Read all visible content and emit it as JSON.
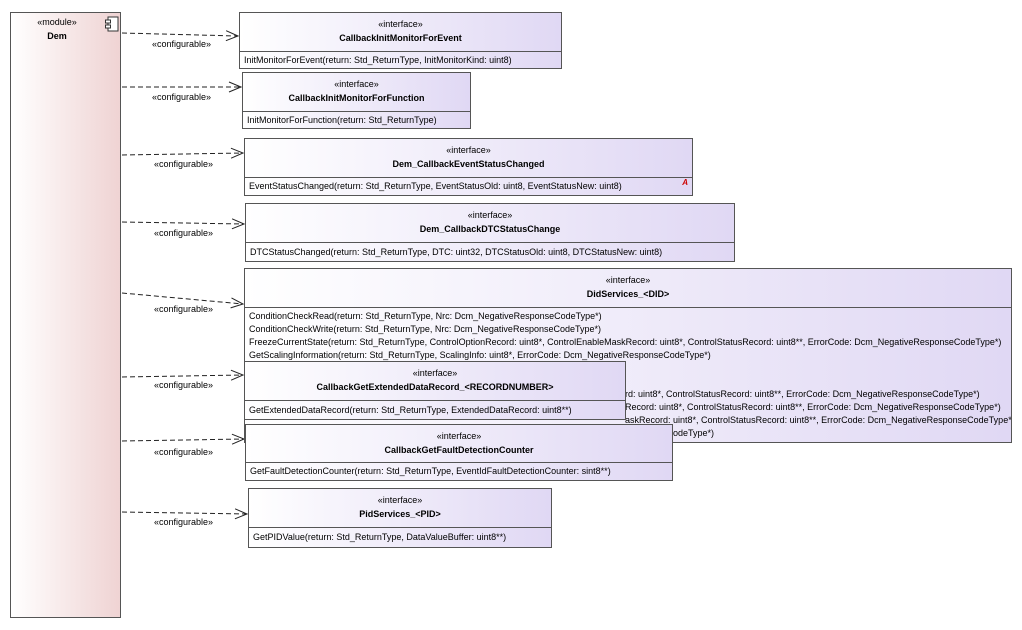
{
  "module": {
    "stereotype": "«module»",
    "name": "Dem",
    "icon": "component-icon"
  },
  "dependency_label": "«configurable»",
  "interfaces": [
    {
      "stereotype": "«interface»",
      "name": "CallbackInitMonitorForEvent",
      "operations": [
        "InitMonitorForEvent(return: Std_ReturnType, InitMonitorKind: uint8)"
      ]
    },
    {
      "stereotype": "«interface»",
      "name": "CallbackInitMonitorForFunction",
      "operations": [
        "InitMonitorForFunction(return: Std_ReturnType)"
      ]
    },
    {
      "stereotype": "«interface»",
      "name": "Dem_CallbackEventStatusChanged",
      "operations": [
        "EventStatusChanged(return: Std_ReturnType, EventStatusOld: uint8, EventStatusNew: uint8)"
      ],
      "marker": "A"
    },
    {
      "stereotype": "«interface»",
      "name": "Dem_CallbackDTCStatusChange",
      "operations": [
        "DTCStatusChanged(return: Std_ReturnType, DTC: uint32, DTCStatusOld: uint8, DTCStatusNew: uint8)"
      ]
    },
    {
      "stereotype": "«interface»",
      "name": "DidServices_<DID>",
      "operations": [
        "ConditionCheckRead(return: Std_ReturnType, Nrc: Dcm_NegativeResponseCodeType*)",
        "ConditionCheckWrite(return: Std_ReturnType, Nrc: Dcm_NegativeResponseCodeType*)",
        "FreezeCurrentState(return: Std_ReturnType, ControlOptionRecord: uint8*, ControlEnableMaskRecord: uint8*, ControlStatusRecord: uint8**, ErrorCode: Dcm_NegativeResponseCodeType*)",
        "GetScalingInformation(return: Std_ReturnType, ScalingInfo: uint8*, ErrorCode: Dcm_NegativeResponseCodeType*)",
        "",
        "rd: uint8*, ControlStatusRecord: uint8**, ErrorCode: Dcm_NegativeResponseCodeType*)",
        "Record: uint8*, ControlStatusRecord: uint8**, ErrorCode: Dcm_NegativeResponseCodeType*)",
        "askRecord: uint8*, ControlStatusRecord: uint8**, ErrorCode: Dcm_NegativeResponseCodeType*)",
        "odeType*)"
      ]
    },
    {
      "stereotype": "«interface»",
      "name": "CallbackGetExtendedDataRecord_<RECORDNUMBER>",
      "operations": [
        "GetExtendedDataRecord(return: Std_ReturnType, ExtendedDataRecord: uint8**)"
      ]
    },
    {
      "stereotype": "«interface»",
      "name": "CallbackGetFaultDetectionCounter",
      "operations": [
        "GetFaultDetectionCounter(return: Std_ReturnType, EventIdFaultDetectionCounter: sint8**)"
      ]
    },
    {
      "stereotype": "«interface»",
      "name": "PidServices_<PID>",
      "operations": [
        "GetPIDValue(return: Std_ReturnType, DataValueBuffer: uint8**)"
      ]
    }
  ]
}
